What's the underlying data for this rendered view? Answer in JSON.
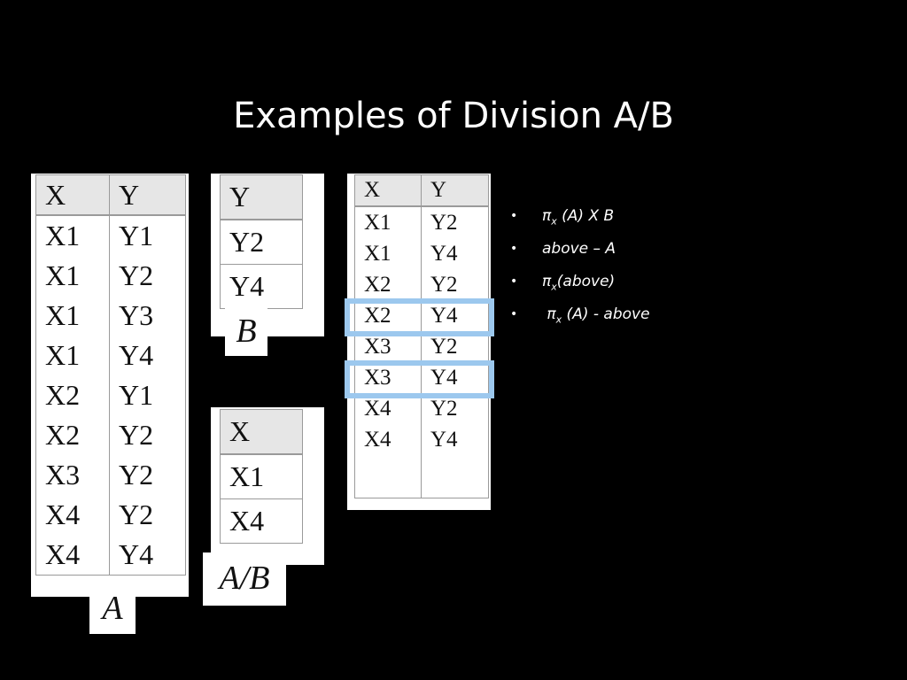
{
  "title": "Examples of Division A/B",
  "table_a": {
    "label": "A",
    "headers": [
      "X",
      "Y"
    ],
    "rows": [
      [
        "X1",
        "Y1"
      ],
      [
        "X1",
        "Y2"
      ],
      [
        "X1",
        "Y3"
      ],
      [
        "X1",
        "Y4"
      ],
      [
        "X2",
        "Y1"
      ],
      [
        "X2",
        "Y2"
      ],
      [
        "X3",
        "Y2"
      ],
      [
        "X4",
        "Y2"
      ],
      [
        "X4",
        "Y4"
      ]
    ]
  },
  "table_b": {
    "label": "B",
    "headers": [
      "Y"
    ],
    "rows": [
      [
        "Y2"
      ],
      [
        "Y4"
      ]
    ]
  },
  "table_ab": {
    "label": "A/B",
    "headers": [
      "X"
    ],
    "rows": [
      [
        "X1"
      ],
      [
        "X4"
      ]
    ]
  },
  "table_product": {
    "headers": [
      "X",
      "Y"
    ],
    "rows": [
      [
        "X1",
        "Y2"
      ],
      [
        "X1",
        "Y4"
      ],
      [
        "X2",
        "Y2"
      ],
      [
        "X2",
        "Y4"
      ],
      [
        "X3",
        "Y2"
      ],
      [
        "X3",
        "Y4"
      ],
      [
        "X4",
        "Y2"
      ],
      [
        "X4",
        "Y4"
      ]
    ],
    "highlighted_rows": [
      3,
      5
    ],
    "highlight_color": "#9cc8ee"
  },
  "bullets": [
    {
      "pi": "π",
      "sub": "x",
      "rest": " (A) X B"
    },
    {
      "pi": "",
      "sub": "",
      "rest": "above – A"
    },
    {
      "pi": "π",
      "sub": "x",
      "rest": "(above)"
    },
    {
      "pi": " π",
      "sub": "x",
      "rest": " (A) - above"
    }
  ]
}
